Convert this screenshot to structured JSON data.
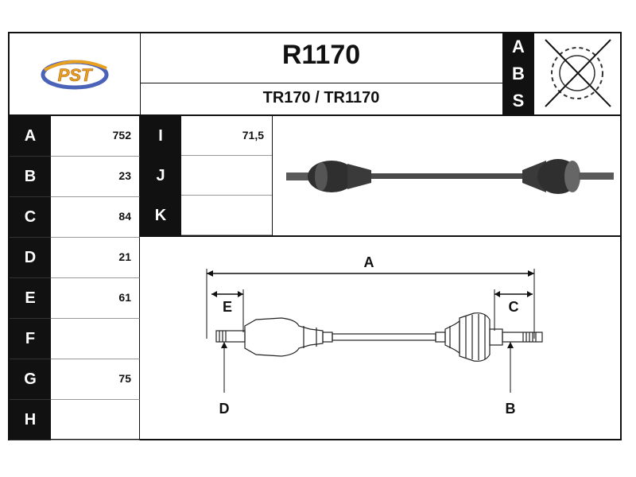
{
  "header": {
    "part_number": "R1170",
    "references": "TR170 / TR1170",
    "abs_letters": [
      "A",
      "B",
      "S"
    ],
    "logo_text": "PST"
  },
  "spec_rows": [
    {
      "label": "A",
      "value": "752"
    },
    {
      "label": "B",
      "value": "23"
    },
    {
      "label": "C",
      "value": "84"
    },
    {
      "label": "D",
      "value": "21"
    },
    {
      "label": "E",
      "value": "61"
    },
    {
      "label": "F",
      "value": ""
    },
    {
      "label": "G",
      "value": "75"
    },
    {
      "label": "H",
      "value": ""
    }
  ],
  "spec_rows_right": [
    {
      "label": "I",
      "value": "71,5"
    },
    {
      "label": "J",
      "value": ""
    },
    {
      "label": "K",
      "value": ""
    }
  ],
  "diagram_labels": {
    "a": "A",
    "b": "B",
    "c": "C",
    "d": "D",
    "e": "E"
  }
}
